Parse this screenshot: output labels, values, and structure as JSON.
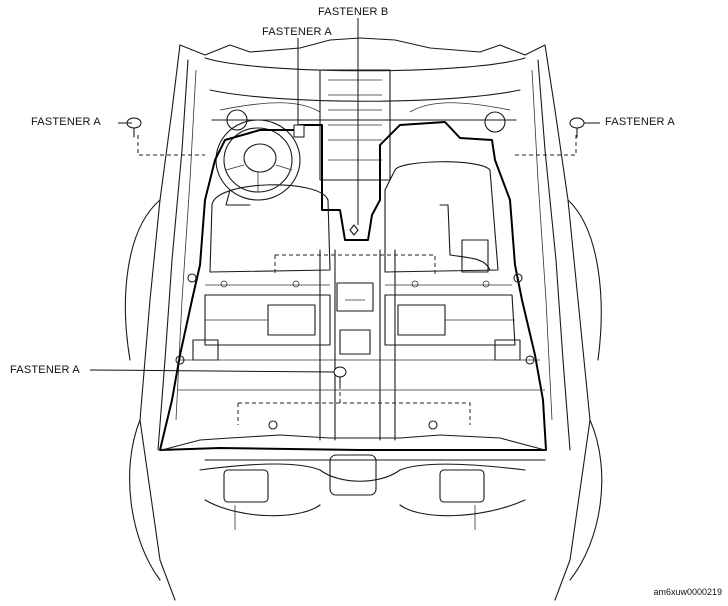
{
  "labels": {
    "fastener_b_top": "FASTENER B",
    "fastener_a_top": "FASTENER A",
    "fastener_a_left": "FASTENER A",
    "fastener_a_right": "FASTENER A",
    "fastener_a_center": "FASTENER A"
  },
  "figure_code": "am6xuw0000219"
}
